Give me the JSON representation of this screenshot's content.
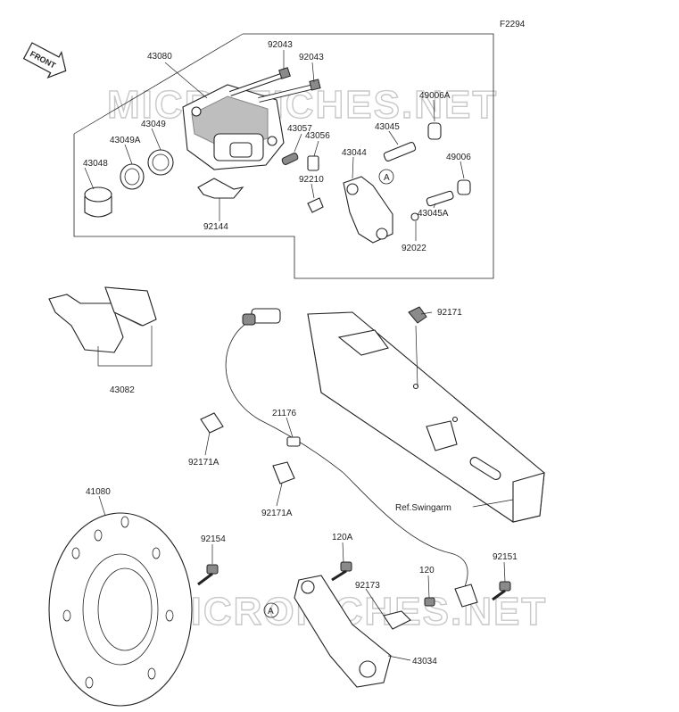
{
  "diagram_id": "F2294",
  "direction_badge": "FRONT",
  "watermark": "MICROFICHES.NET",
  "parts": {
    "p43080": "43080",
    "p92043_a": "92043",
    "p92043_b": "92043",
    "p43049": "43049",
    "p43049A": "43049A",
    "p43048": "43048",
    "p43057": "43057",
    "p43056": "43056",
    "p92210": "92210",
    "p43044": "43044",
    "p43045": "43045",
    "p49006A": "49006A",
    "p49006": "49006",
    "p43045A": "43045A",
    "p92022": "92022",
    "p92144": "92144",
    "p43082": "43082",
    "p92171": "92171",
    "p21176": "21176",
    "p92171A_a": "92171A",
    "p92171A_b": "92171A",
    "p41080": "41080",
    "p92154": "92154",
    "p120A": "120A",
    "p120": "120",
    "p92151": "92151",
    "p92173": "92173",
    "p43034": "43034"
  },
  "ref_swingarm": "Ref.Swingarm",
  "callout_a": "A"
}
